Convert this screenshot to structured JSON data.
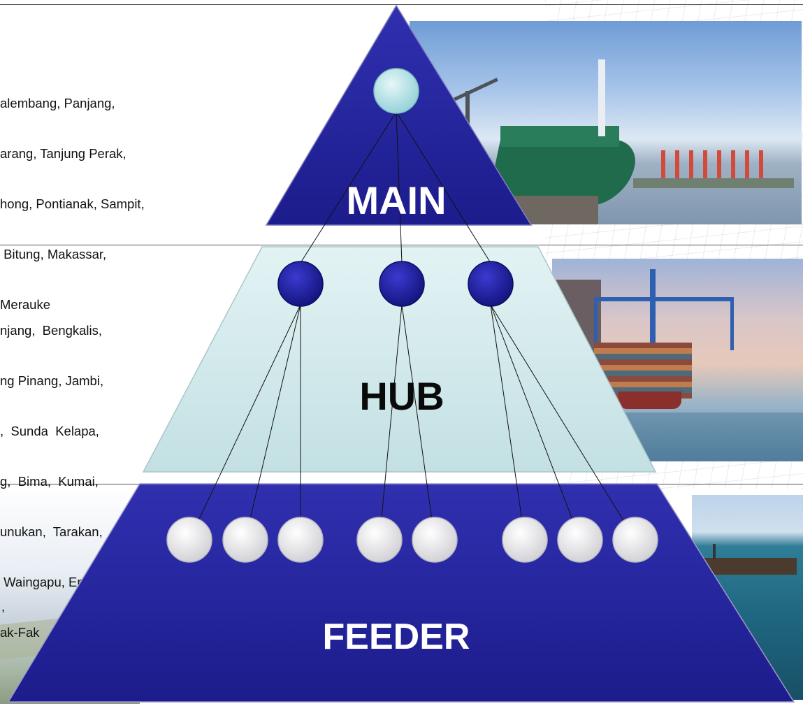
{
  "tiers": {
    "main": {
      "label": "MAIN",
      "ports": [
        "alembang, Panjang,",
        "arang, Tanjung Perak,",
        "hong, Pontianak, Sampit,",
        " Bitung, Makassar,",
        "Merauke"
      ]
    },
    "hub": {
      "label": "HUB",
      "ports": [
        "njang,  Bengkalis,",
        "ng Pinang, Jambi,",
        ",  Sunda  Kelapa,",
        "g,  Bima,  Kumai,",
        "unukan,  Tarakan,",
        " Waingapu, Ende,",
        "ak-Fak"
      ]
    },
    "feeder": {
      "label": "FEEDER",
      "ports": [
        ","
      ]
    }
  },
  "colors": {
    "dark_tier": "#23239a",
    "light_tier": "#cfe8ea",
    "node_dark": "#1e1e9c",
    "node_light_blue": "#b9e6ea",
    "node_white": "#f4f4f4"
  },
  "icons": {
    "main_node": "circle-node",
    "hub_nodes": "circle-node",
    "feeder_nodes": "circle-node"
  },
  "photos": [
    "container-ship-photo",
    "port-cranes-photo",
    "barge-photo",
    "coastline-photo"
  ]
}
